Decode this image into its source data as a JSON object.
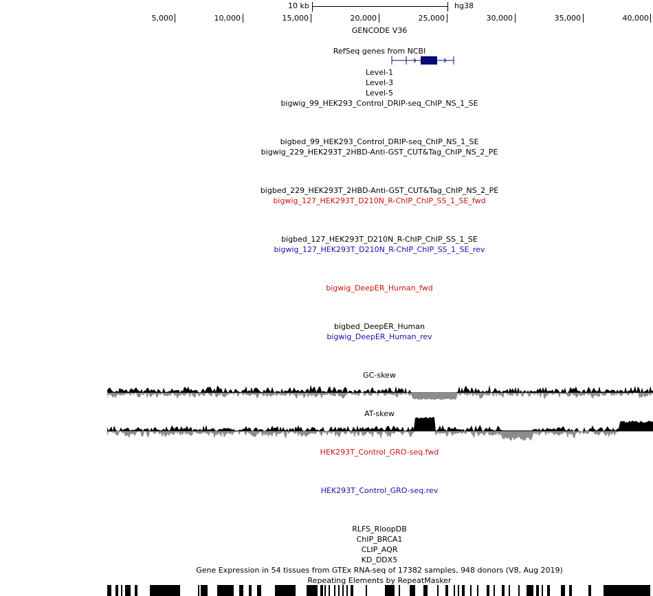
{
  "scale": {
    "length_label": "10 kb",
    "assembly": "hg38"
  },
  "ruler": {
    "ticks": [
      "5,000",
      "10,000",
      "15,000",
      "20,000",
      "25,000",
      "30,000",
      "35,000",
      "40,000"
    ]
  },
  "tracks": [
    {
      "label": "GENCODE V36",
      "color": "#000000"
    },
    {
      "label": "RefSeq genes from NCBI",
      "color": "#000000"
    },
    {
      "label": "Level-1",
      "color": "#000000"
    },
    {
      "label": "Level-3",
      "color": "#000000"
    },
    {
      "label": "Level-5",
      "color": "#000000"
    },
    {
      "label": "bigwig_99_HEK293_Control_DRIP-seq_ChIP_NS_1_SE",
      "color": "#000000"
    },
    {
      "label": "bigbed_99_HEK293_Control_DRIP-seq_ChIP_NS_1_SE",
      "color": "#000000"
    },
    {
      "label": "bigwig_229_HEK293T_2HBD-Anti-GST_CUT&Tag_ChIP_NS_2_PE",
      "color": "#000000"
    },
    {
      "label": "bigbed_229_HEK293T_2HBD-Anti-GST_CUT&Tag_ChIP_NS_2_PE",
      "color": "#000000"
    },
    {
      "label": "bigwig_127_HEK293T_D210N_R-ChIP_ChIP_SS_1_SE_fwd",
      "color": "#cc1111"
    },
    {
      "label": "bigbed_127_HEK293T_D210N_R-ChIP_ChIP_SS_1_SE",
      "color": "#000000"
    },
    {
      "label": "bigwig_127_HEK293T_D210N_R-ChIP_ChIP_SS_1_SE_rev",
      "color": "#1111aa"
    },
    {
      "label": "bigwig_DeepER_Human_fwd",
      "color": "#cc1111"
    },
    {
      "label": "bigbed_DeepER_Human",
      "color": "#000000"
    },
    {
      "label": "bigwig_DeepER_Human_rev",
      "color": "#1111aa"
    },
    {
      "label": "GC-skew",
      "color": "#000000"
    },
    {
      "label": "AT-skew",
      "color": "#000000"
    },
    {
      "label": "HEK293T_Control_GRO-seq.fwd",
      "color": "#cc1111"
    },
    {
      "label": "HEK293T_Control_GRO-seq.rev",
      "color": "#1111aa"
    },
    {
      "label": "RLFS_RloopDB",
      "color": "#000000"
    },
    {
      "label": "ChIP_BRCA1",
      "color": "#000000"
    },
    {
      "label": "CLIP_AQR",
      "color": "#000000"
    },
    {
      "label": "KD_DDX5",
      "color": "#000000"
    },
    {
      "label": "Gene Expression in 54 tissues from GTEx RNA-seq of 17382 samples, 948 donors (V8, Aug 2019)",
      "color": "#000000"
    },
    {
      "label": "Repeating Elements by RepeatMasker",
      "color": "#000000"
    }
  ],
  "colors": {
    "refseq_gene": "#0a0a7a",
    "wig_positive": "#000000",
    "wig_negative": "#8c8c8c",
    "repeat_blocks": "#000000"
  }
}
